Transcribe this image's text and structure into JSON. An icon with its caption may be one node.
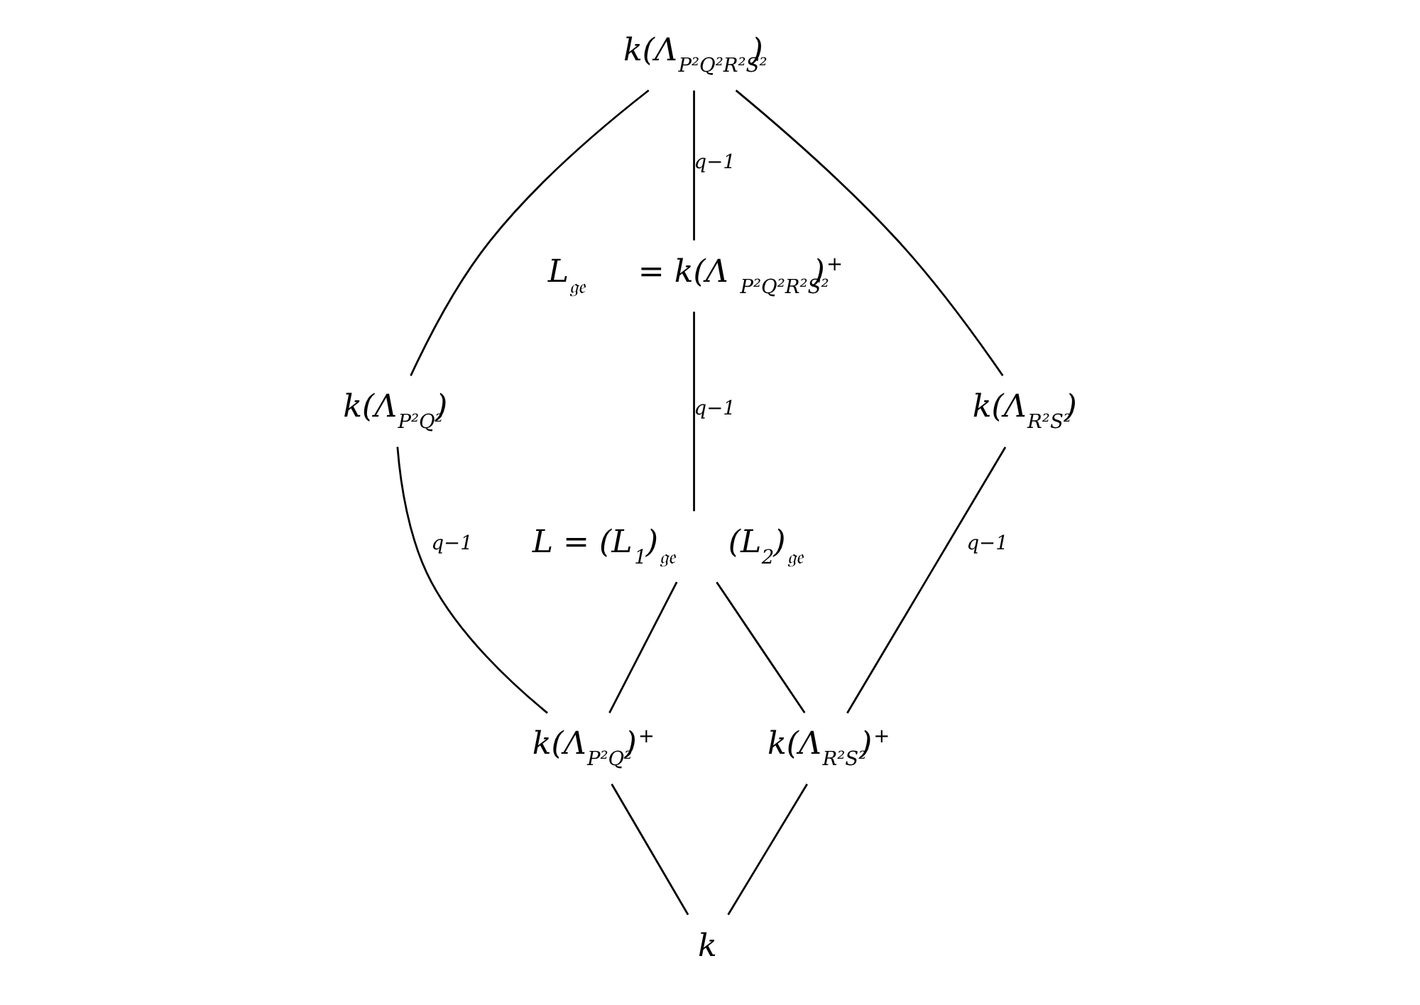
{
  "diagram": {
    "nodes": [
      {
        "text": [
          "k(Λ$_{P²Q²R²S²}$)"
        ]
      },
      {
        "text": [
          "L$_{𝔤𝔢}$ = k(Λ$_{P²Q²R²S²}$)$^{+}$"
        ]
      },
      {
        "text": [
          "k(Λ$_{P²Q²}$)"
        ]
      },
      {
        "text": [
          "k(Λ$_{R²S²}$)"
        ]
      },
      {
        "text": [
          "L = (L$_{1}$)$_{𝔤𝔢}$(L$_{2}$)$_{𝔤𝔢}$"
        ]
      },
      {
        "text": [
          "k(Λ$_{P²Q²}$)$^{+}$"
        ]
      },
      {
        "text": [
          "k(Λ$_{R²S²}$)$^{+}$"
        ]
      },
      {
        "text": [
          "k"
        ]
      }
    ],
    "edges": [
      {
        "from": 0,
        "to": 1,
        "arrow": "none",
        "label": "q−1"
      },
      {
        "from": 0,
        "to": 2,
        "arrow": "none"
      },
      {
        "from": 0,
        "to": 3,
        "arrow": "none"
      },
      {
        "from": 1,
        "to": 4,
        "arrow": "none",
        "label": "q−1"
      },
      {
        "from": 2,
        "to": 5,
        "arrow": "none",
        "label": "q−1"
      },
      {
        "from": 3,
        "to": 6,
        "arrow": "none",
        "label": "q−1"
      },
      {
        "from": 4,
        "to": 5,
        "arrow": "none"
      },
      {
        "from": 4,
        "to": 6,
        "arrow": "none"
      },
      {
        "from": 5,
        "to": 7,
        "arrow": "none"
      },
      {
        "from": 6,
        "to": 7,
        "arrow": "none"
      }
    ]
  }
}
